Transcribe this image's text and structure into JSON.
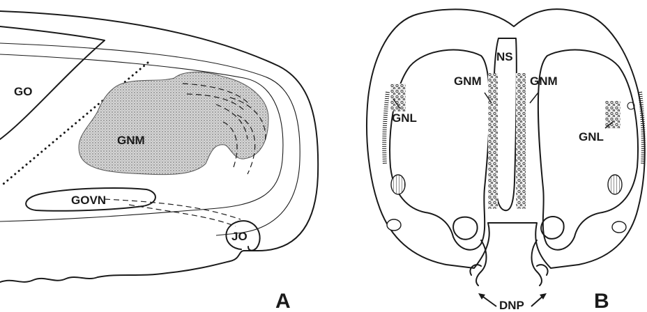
{
  "panel_a": {
    "panel_label": "A",
    "labels": {
      "go": "GO",
      "gnm": "GNM",
      "govn": "GOVN",
      "jo": "JO"
    }
  },
  "panel_b": {
    "panel_label": "B",
    "labels": {
      "ns": "NS",
      "gnm_left": "GNM",
      "gnm_right": "GNM",
      "gnl_left": "GNL",
      "gnl_right": "GNL",
      "dnp": "DNP"
    }
  },
  "colors": {
    "ink": "#1a1a1a",
    "stipple": "#c8c8c8",
    "background": "#ffffff"
  }
}
